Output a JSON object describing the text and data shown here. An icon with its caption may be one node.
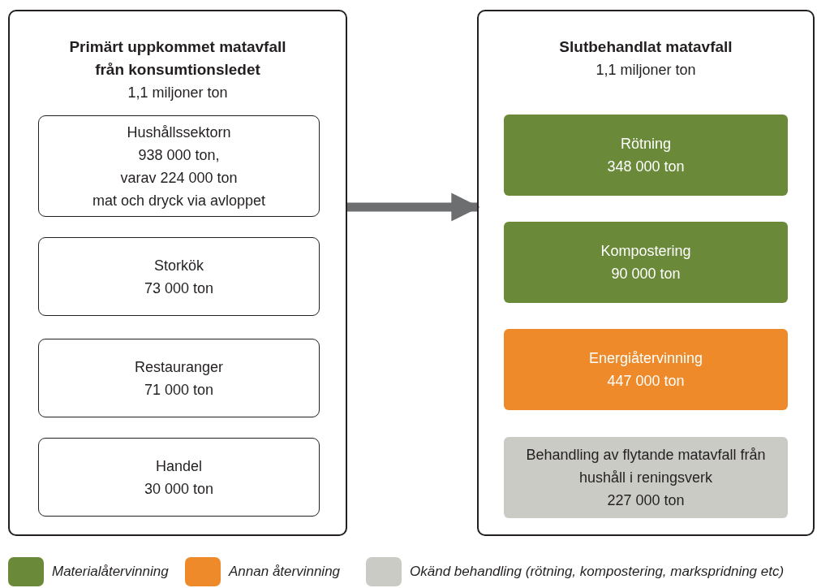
{
  "diagram": {
    "nodes": [
      {
        "text": [
          "Primärt uppkommet matavfall från konsumtionsledet",
          "1,1 miljoner ton"
        ]
      },
      {
        "text": [
          "Hushållssektorn",
          "938 000 ton,",
          "varav 224 000 ton",
          "mat och dryck via avloppet"
        ],
        "in": 0
      },
      {
        "text": [
          "Storkök",
          "73 000 ton"
        ],
        "in": 0
      },
      {
        "text": [
          "Restauranger",
          "71 000 ton"
        ],
        "in": 0
      },
      {
        "text": [
          "Handel",
          "30 000 ton"
        ],
        "in": 0
      },
      {
        "text": [
          "Slutbehandlat matavfall",
          "1,1 miljoner ton"
        ]
      },
      {
        "text": [
          "Rötning",
          "348 000 ton"
        ],
        "in": 5
      },
      {
        "text": [
          "Kompostering",
          "90 000 ton"
        ],
        "in": 5
      },
      {
        "text": [
          "Energiåtervinning",
          "447 000 ton"
        ],
        "in": 5
      },
      {
        "text": [
          "Behandling av flytande matavfall från hushåll i reningsverk",
          "227 000 ton"
        ],
        "in": 5
      }
    ],
    "edges": [
      {
        "from": 0,
        "to": 5,
        "arrow": "to",
        "color": "#6d6e70"
      }
    ],
    "legend": [
      {
        "text": "Materialåtervinning",
        "color": "#6a8a3a"
      },
      {
        "text": "Annan återvinning",
        "color": "#ee8a2a"
      },
      {
        "text": "Okänd behandling (rötning, kompostering, markspridning etc)",
        "color": "#cbcbc6"
      }
    ]
  }
}
